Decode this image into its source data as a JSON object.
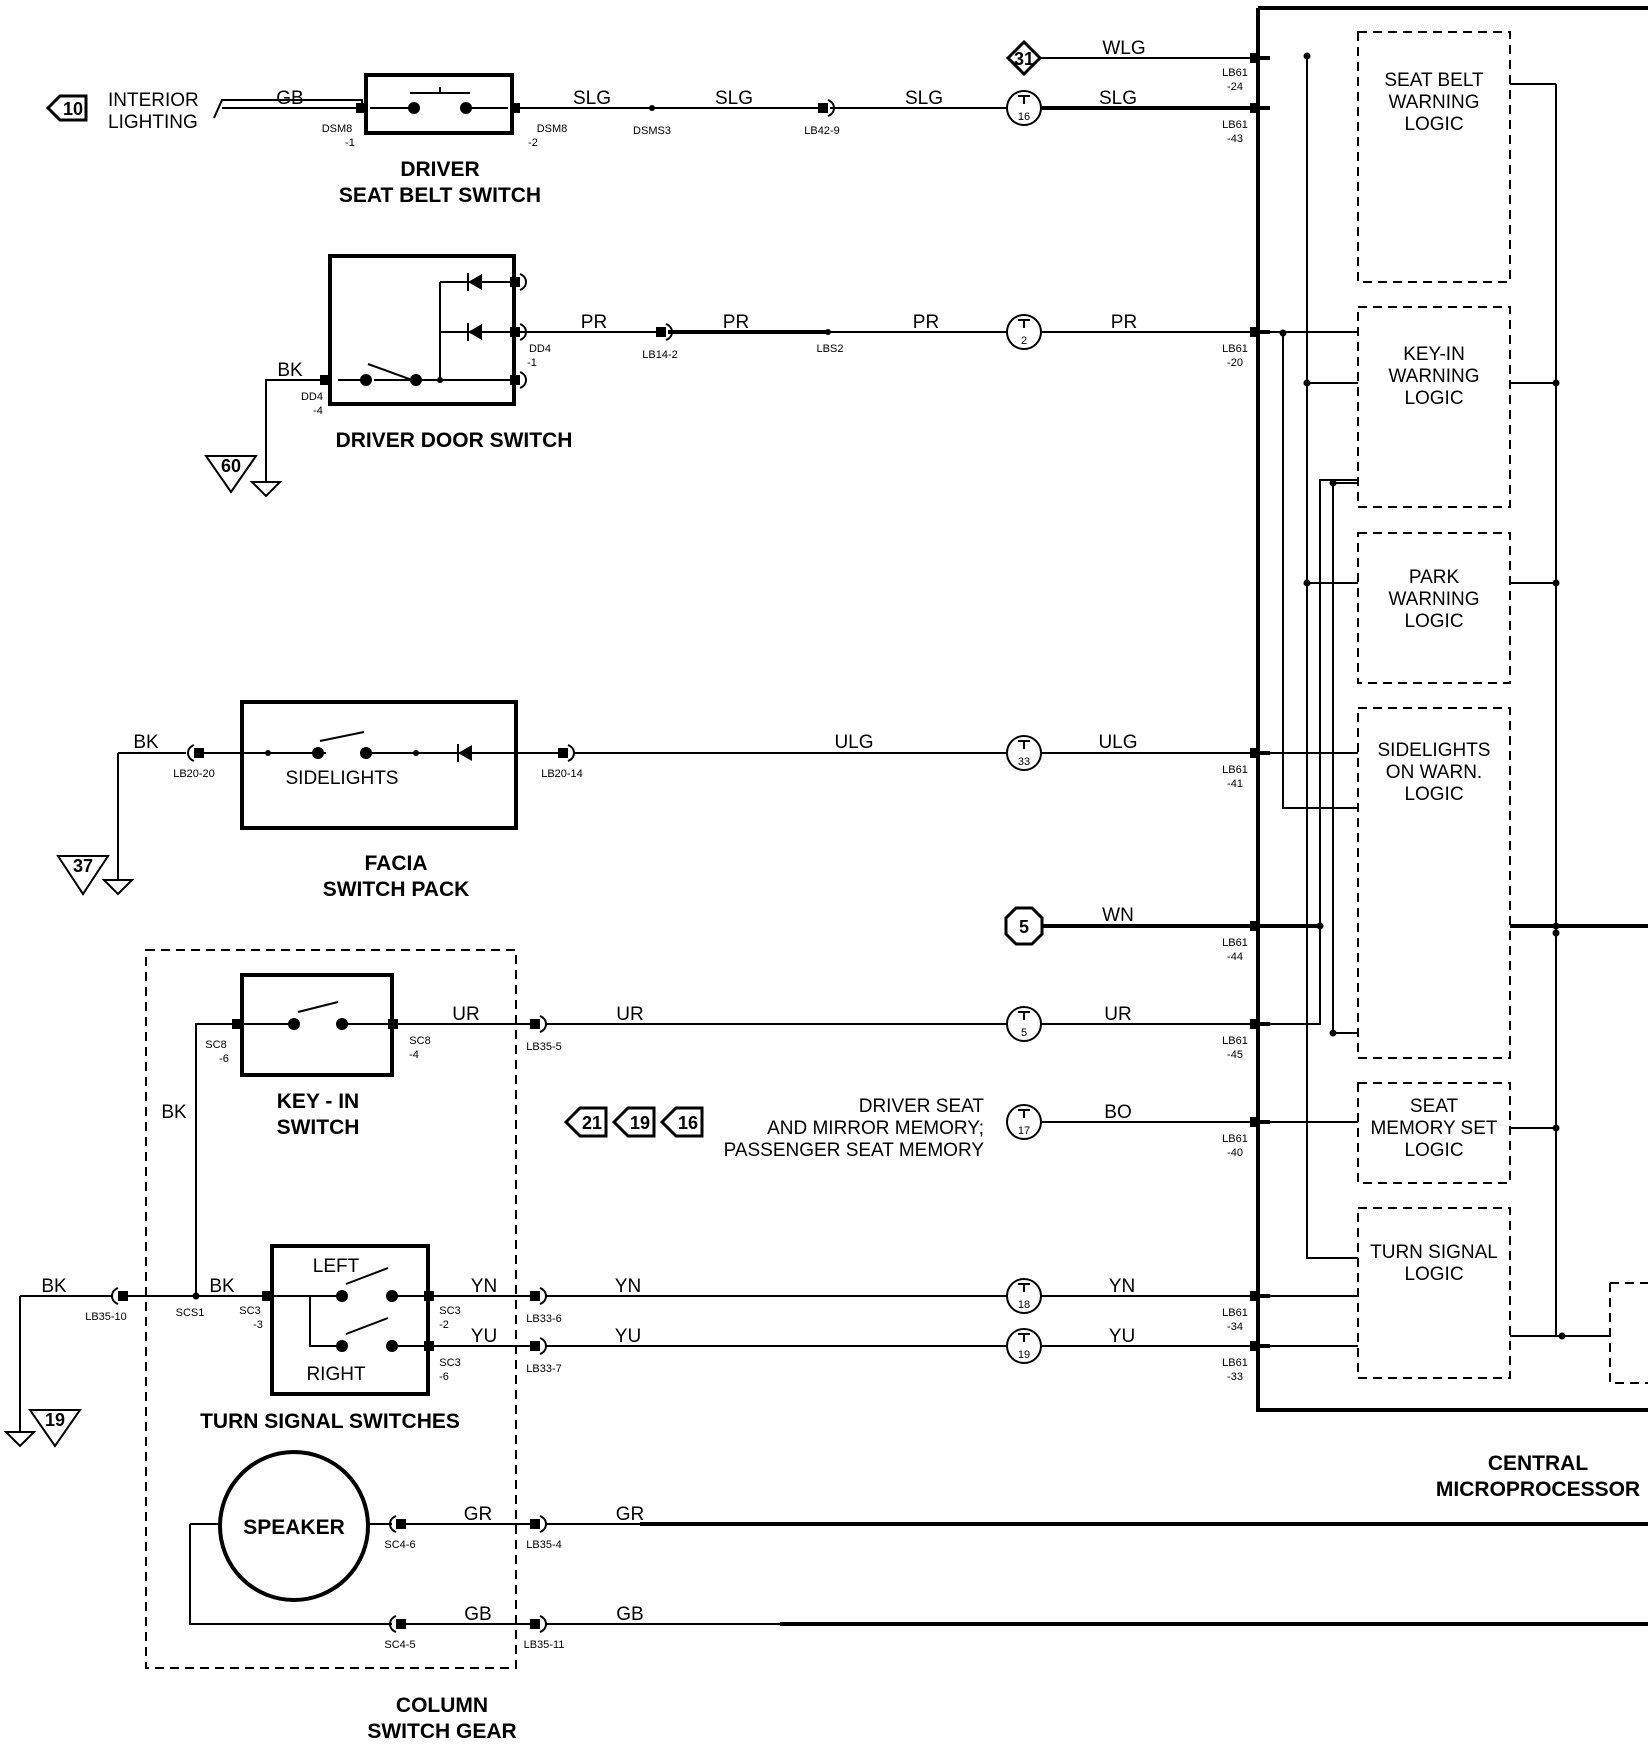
{
  "components": {
    "driver_seat_belt_switch": [
      "DRIVER",
      "SEAT BELT SWITCH"
    ],
    "driver_door_switch": "DRIVER DOOR SWITCH",
    "sidelights": "SIDELIGHTS",
    "facia_switch_pack": [
      "FACIA",
      "SWITCH PACK"
    ],
    "key_in_switch": [
      "KEY - IN",
      "SWITCH"
    ],
    "turn_left": "LEFT",
    "turn_right": "RIGHT",
    "turn_signal_switches": "TURN SIGNAL SWITCHES",
    "speaker": "SPEAKER",
    "column_switch_gear": [
      "COLUMN",
      "SWITCH GEAR"
    ],
    "central_microprocessor": [
      "CENTRAL",
      "MICROPROCESSOR"
    ]
  },
  "logic_blocks": {
    "seat_belt": [
      "SEAT BELT",
      "WARNING",
      "LOGIC"
    ],
    "key_in": [
      "KEY-IN",
      "WARNING",
      "LOGIC"
    ],
    "park": [
      "PARK",
      "WARNING",
      "LOGIC"
    ],
    "sidelights": [
      "SIDELIGHTS",
      "ON WARN.",
      "LOGIC"
    ],
    "seat_memory": [
      "SEAT",
      "MEMORY SET",
      "LOGIC"
    ],
    "turn_signal": [
      "TURN SIGNAL",
      "LOGIC"
    ]
  },
  "external_labels": {
    "interior_lighting": [
      "INTERIOR",
      "LIGHTING"
    ],
    "driver_seat_memory": [
      "DRIVER SEAT",
      "AND MIRROR MEMORY;",
      "PASSENGER SEAT MEMORY"
    ]
  },
  "wire_colors": {
    "gb": "GB",
    "slg": "SLG",
    "wlg": "WLG",
    "pr": "PR",
    "bk": "BK",
    "ulg": "ULG",
    "wn": "WN",
    "ur": "UR",
    "bo": "BO",
    "yn": "YN",
    "yu": "YU",
    "gr": "GR"
  },
  "connector_pins": {
    "dsm8_1": [
      "DSM8",
      "-1"
    ],
    "dsm8_2": [
      "DSM8",
      "-2"
    ],
    "dsms3": "DSMS3",
    "lb42_9": "LB42-9",
    "lb61_24": [
      "LB61",
      "-24"
    ],
    "lb61_43": [
      "LB61",
      "-43"
    ],
    "dd4_1": [
      "DD4",
      "-1"
    ],
    "dd4_4": [
      "DD4",
      "-4"
    ],
    "lb14_2": "LB14-2",
    "lbs2": "LBS2",
    "lb61_20": [
      "LB61",
      "-20"
    ],
    "lb20_20": "LB20-20",
    "lb20_14": "LB20-14",
    "lb61_41": [
      "LB61",
      "-41"
    ],
    "lb61_44": [
      "LB61",
      "-44"
    ],
    "sc8_6": [
      "SC8",
      "-6"
    ],
    "sc8_4": [
      "SC8",
      "-4"
    ],
    "lb35_5": "LB35-5",
    "lb61_45": [
      "LB61",
      "-45"
    ],
    "lb61_40": [
      "LB61",
      "-40"
    ],
    "lb35_10": "LB35-10",
    "scs1": "SCS1",
    "sc3_3": [
      "SC3",
      "-3"
    ],
    "sc3_2": [
      "SC3",
      "-2"
    ],
    "sc3_6": [
      "SC3",
      "-6"
    ],
    "lb33_6": "LB33-6",
    "lb33_7": "LB33-7",
    "lb61_34": [
      "LB61",
      "-34"
    ],
    "lb61_33": [
      "LB61",
      "-33"
    ],
    "sc4_6": "SC4-6",
    "sc4_5": "SC4-5",
    "lb35_4": "LB35-4",
    "lb35_11": "LB35-11"
  },
  "refs": {
    "interior_lighting_page": "10",
    "wlg_page": "31",
    "wn_page": "5",
    "ground_door": "60",
    "ground_facia": "37",
    "ground_column": "19",
    "memory_pages": [
      "21",
      "19",
      "16"
    ]
  },
  "inline_connectors": {
    "slg": "16",
    "pr": "2",
    "ulg": "33",
    "ur": "5",
    "bo": "17",
    "yn": "18",
    "yu": "19"
  }
}
